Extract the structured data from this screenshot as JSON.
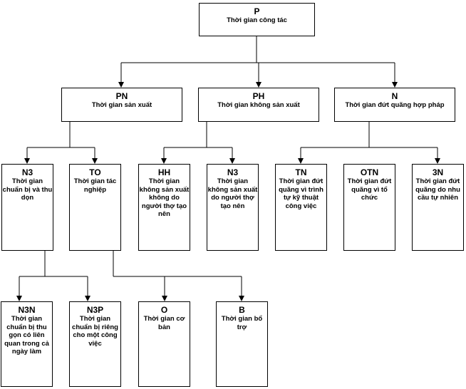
{
  "nodes": {
    "P": {
      "code": "P",
      "label": "Thời gian công tác"
    },
    "PN": {
      "code": "PN",
      "label": "Thời gian sản xuất"
    },
    "PH": {
      "code": "PH",
      "label": "Thời gian không sản xuất"
    },
    "N": {
      "code": "N",
      "label": "Thời gian đứt quãng hợp pháp"
    },
    "N3a": {
      "code": "N3",
      "label": "Thời gian chuẩn bị và thu dọn"
    },
    "TO": {
      "code": "TO",
      "label": "Thời gian tác nghiệp"
    },
    "HH": {
      "code": "HH",
      "label": "Thời gian không sản xuất không do người thợ tạo nên"
    },
    "N3b": {
      "code": "N3",
      "label": "Thời gian không sản xuất do người thợ tạo nên"
    },
    "TN": {
      "code": "TN",
      "label": "Thời gian đứt quãng vì trình tự kỹ thuật công việc"
    },
    "OTN": {
      "code": "OTN",
      "label": "Thời gian đứt quãng vì tổ chức"
    },
    "3N": {
      "code": "3N",
      "label": "Thời gian đứt quãng do nhu cầu tự nhiên"
    },
    "N3N": {
      "code": "N3N",
      "label": "Thời gian chuẩn bị thu gọn có liên quan trong cả ngày làm"
    },
    "N3P": {
      "code": "N3P",
      "label": "Thời gian chuẩn bị riêng cho một công việc"
    },
    "O": {
      "code": "O",
      "label": "Thời gian cơ bản"
    },
    "B": {
      "code": "B",
      "label": "Thời gian bổ trợ"
    }
  }
}
